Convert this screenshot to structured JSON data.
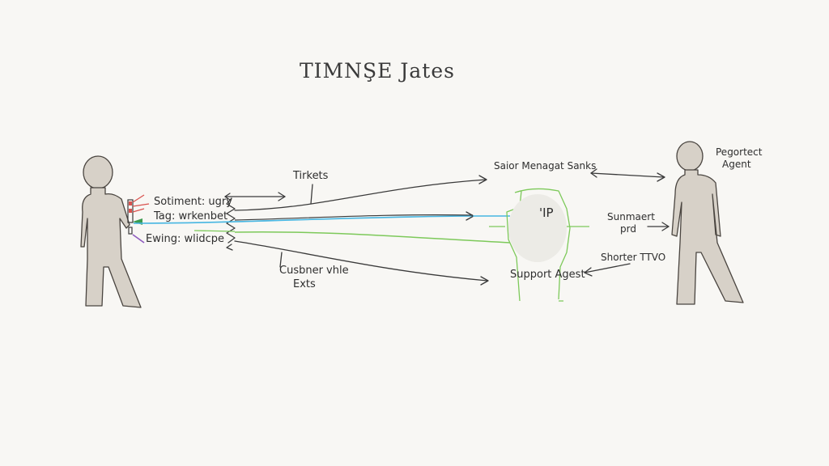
{
  "title": "TIMNŞE Jates",
  "left_person": {
    "labels": [
      "Sotiment: ugry",
      "Tag: wrkenbet",
      "Ewing: wlidcpe"
    ]
  },
  "center_labels": {
    "tickets": "Tirkets",
    "customer_value_line1": "Cusbner vhle",
    "customer_value_line2": "Exts"
  },
  "node": {
    "top_label": "Saior Menagat Sanks",
    "center_label": "'IP",
    "bottom_label": "Support Agest"
  },
  "right_person": {
    "label_line1": "Pegortect",
    "label_line2": "Agent"
  },
  "right_labels": {
    "summary_line1": "Sunmaert",
    "summary_line2": "prd",
    "shorter": "Shorter TTVO"
  },
  "colors": {
    "figure_fill": "#d7d1c8",
    "figure_stroke": "#4a4540",
    "ink": "#3a3a3a",
    "blue": "#46b6e2",
    "green": "#7dc95a",
    "red": "#d9534f",
    "purple": "#8e5bbf",
    "bg": "#f8f7f4"
  }
}
